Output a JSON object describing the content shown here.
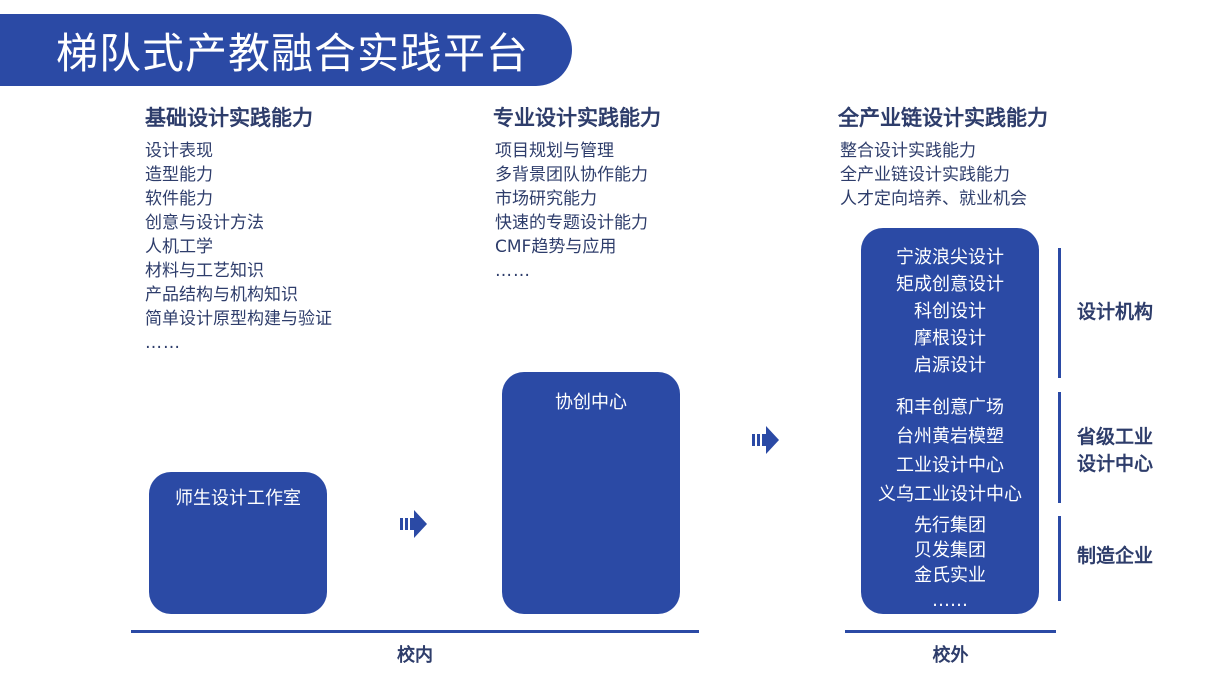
{
  "title": "梯队式产教融合实践平台",
  "columns": [
    {
      "heading": "基础设计实践能力",
      "items": [
        "设计表现",
        "造型能力",
        "软件能力",
        "创意与设计方法",
        "人机工学",
        "材料与工艺知识",
        "产品结构与机构知识",
        "简单设计原型构建与验证",
        "……"
      ]
    },
    {
      "heading": "专业设计实践能力",
      "items": [
        "项目规划与管理",
        "多背景团队协作能力",
        "市场研究能力",
        "快速的专题设计能力",
        "CMF趋势与应用",
        "……"
      ]
    },
    {
      "heading": "全产业链设计实践能力",
      "items": [
        "整合设计实践能力",
        "全产业链设计实践能力",
        "人才定向培养、就业机会"
      ]
    }
  ],
  "boxes": {
    "studio": "师生设计工作室",
    "cocreate": "协创中心",
    "partners": {
      "design": [
        "宁波浪尖设计",
        "矩成创意设计",
        "科创设计",
        "摩根设计",
        "启源设计"
      ],
      "provincial": [
        "和丰创意广场",
        "台州黄岩模塑",
        "工业设计中心",
        "义乌工业设计中心"
      ],
      "enterprise": [
        "先行集团",
        "贝发集团",
        "金氏实业",
        "……"
      ]
    }
  },
  "categories": {
    "design": "设计机构",
    "provincial_1": "省级工业",
    "provincial_2": "设计中心",
    "enterprise": "制造企业"
  },
  "footer": {
    "inside": "校内",
    "outside": "校外"
  },
  "colors": {
    "primary": "#2b4aa5",
    "text": "#2e3d6b"
  },
  "icons": [
    "arrow-right-icon",
    "arrow-right-icon"
  ]
}
